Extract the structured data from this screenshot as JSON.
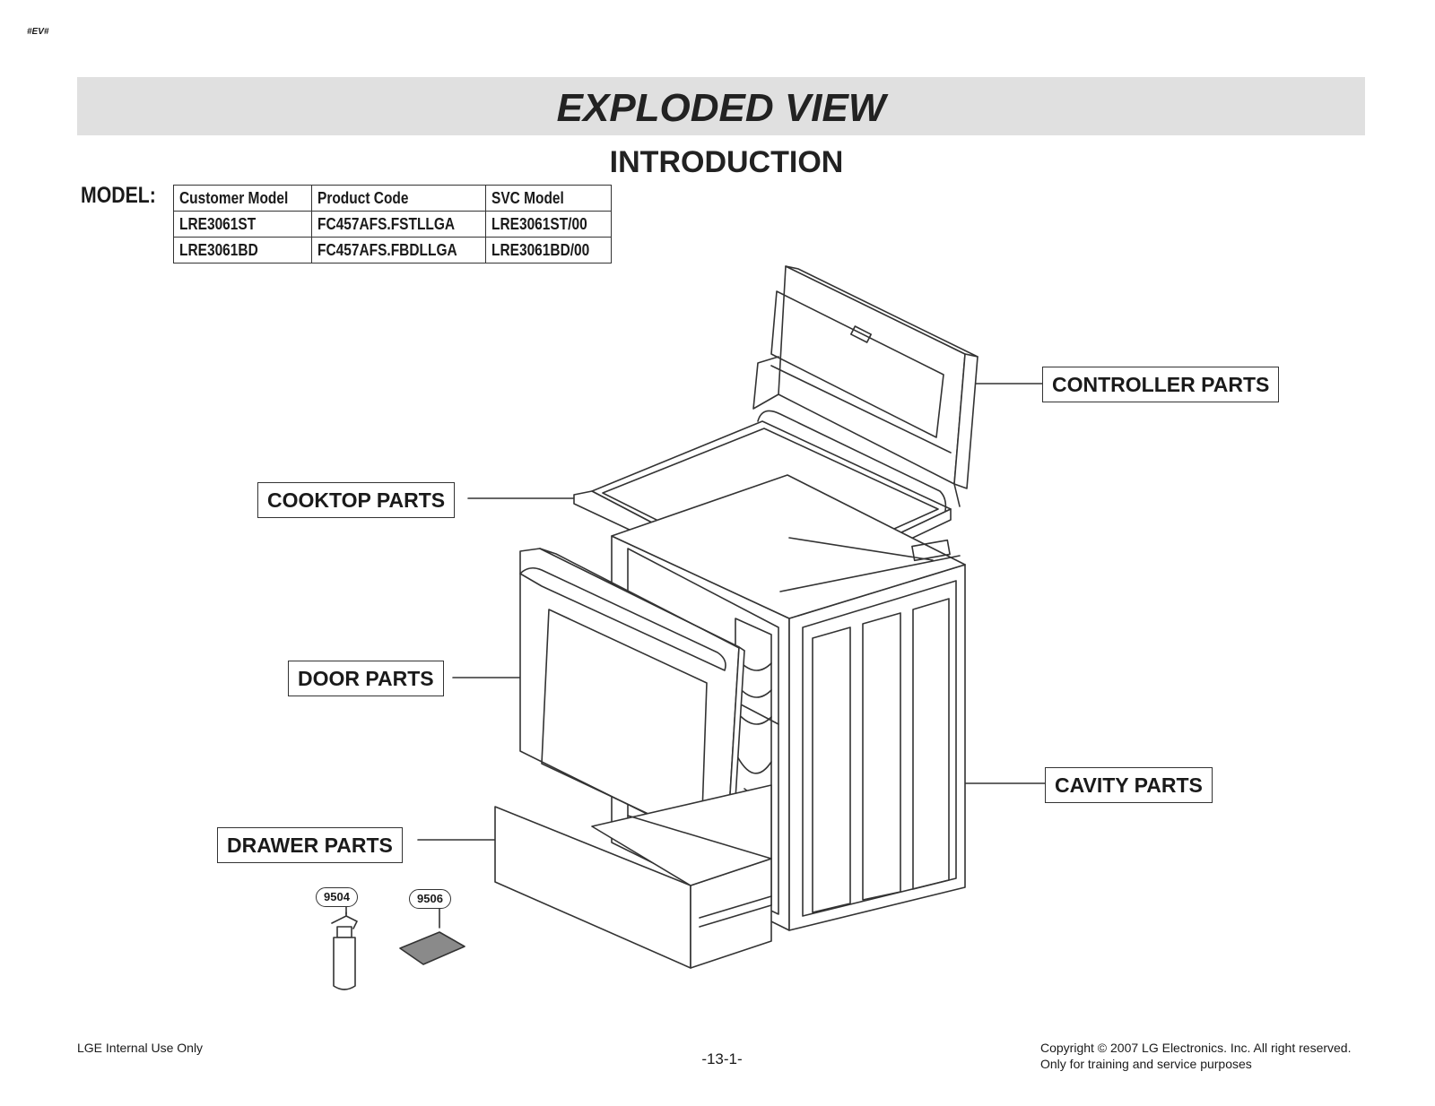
{
  "header_tag": "#EV#",
  "title": "EXPLODED VIEW",
  "subtitle": "INTRODUCTION",
  "model_label": "MODEL:",
  "model_table": {
    "headers": [
      "Customer Model",
      "Product Code",
      "SVC Model"
    ],
    "rows": [
      [
        "LRE3061ST",
        "FC457AFS.FSTLLGA",
        "LRE3061ST/00"
      ],
      [
        "LRE3061BD",
        "FC457AFS.FBDLLGA",
        "LRE3061BD/00"
      ]
    ]
  },
  "callouts": {
    "controller": "CONTROLLER PARTS",
    "cooktop": "COOKTOP PARTS",
    "door": "DOOR PARTS",
    "cavity": "CAVITY PARTS",
    "drawer": "DRAWER PARTS"
  },
  "part_numbers": {
    "spray_bottle": "9504",
    "pad": "9506"
  },
  "footer": {
    "left": "LGE Internal Use Only",
    "page": "-13-1-",
    "copyright": "Copyright © 2007 LG Electronics. Inc. All right reserved.",
    "purpose": "Only for training and service purposes"
  }
}
